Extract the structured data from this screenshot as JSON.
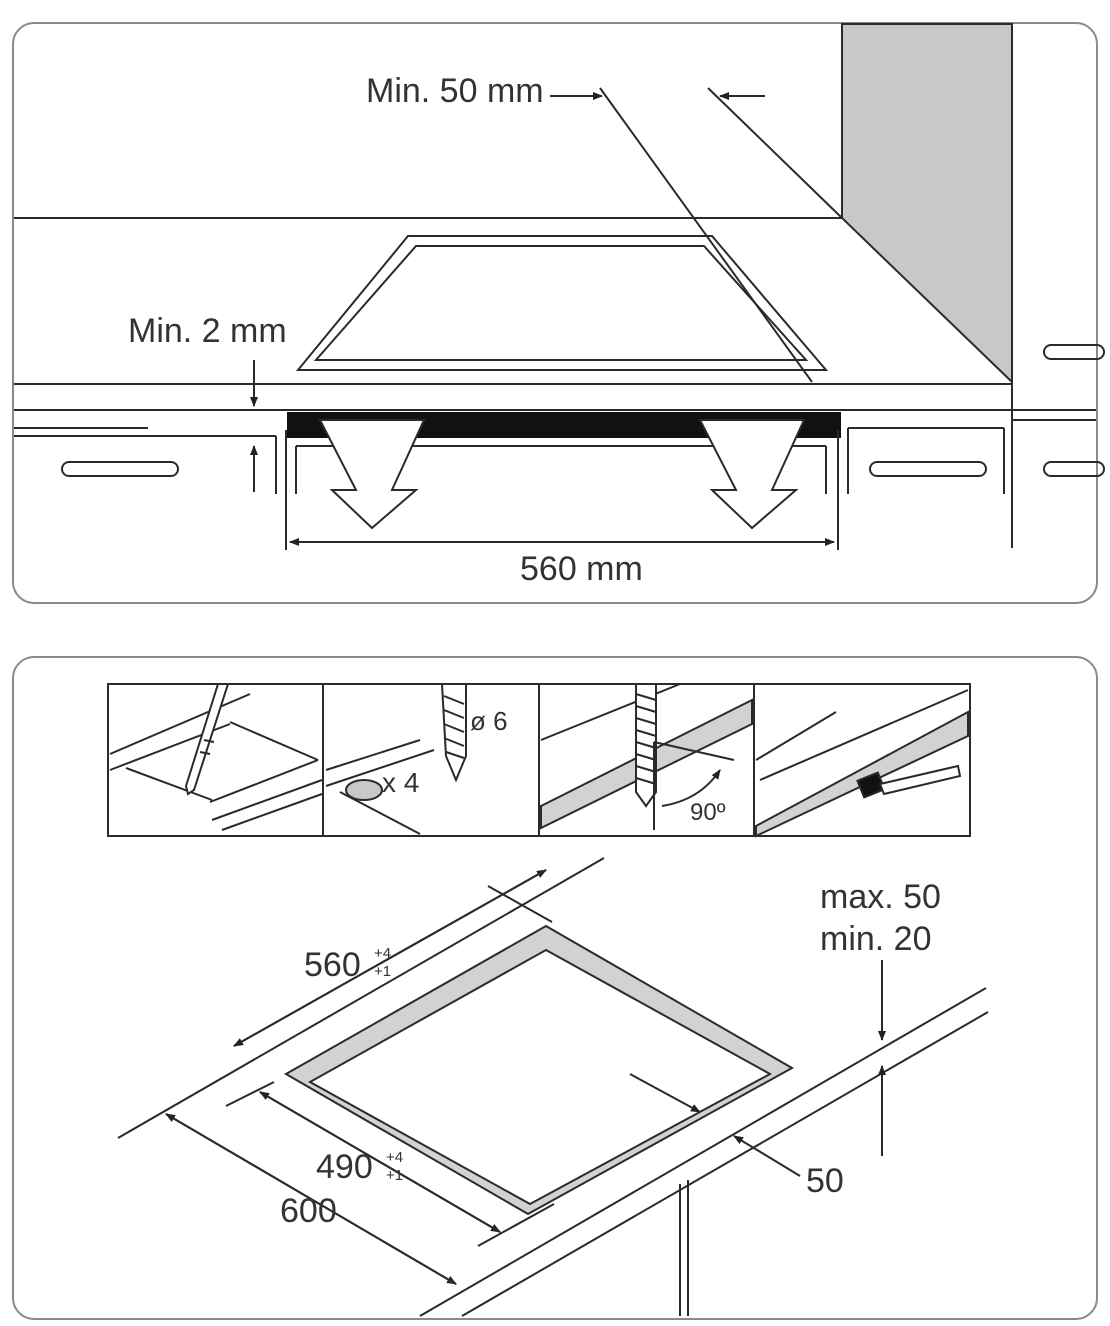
{
  "top_panel": {
    "label_min50": "Min. 50 mm",
    "label_min2": "Min. 2 mm",
    "label_width": "560 mm"
  },
  "bottom_panel": {
    "step_drill_diameter": "ø 6",
    "step_holes_count": "x 4",
    "step_angle": "90º",
    "dim_560": "560",
    "dim_560_tol_plus": "+4",
    "dim_560_tol_minus": "+1",
    "dim_490": "490",
    "dim_490_tol_plus": "+4",
    "dim_490_tol_minus": "+1",
    "dim_600": "600",
    "dim_50": "50",
    "thickness_max": "max. 50",
    "thickness_min": "min. 20"
  },
  "colors": {
    "line": "#2a2a2a",
    "wall": "#c8c8c8",
    "frame": "#8a8a8a",
    "gray_fill": "#d2d2d2"
  }
}
